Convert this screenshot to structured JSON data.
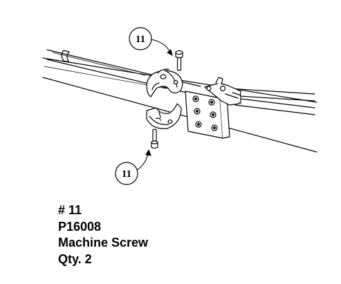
{
  "diagram": {
    "callouts": [
      {
        "label": "11"
      },
      {
        "label": "11"
      }
    ]
  },
  "part": {
    "number_line": "# 11",
    "part_code": "P16008",
    "description": "Machine Screw",
    "quantity": "Qty. 2"
  }
}
